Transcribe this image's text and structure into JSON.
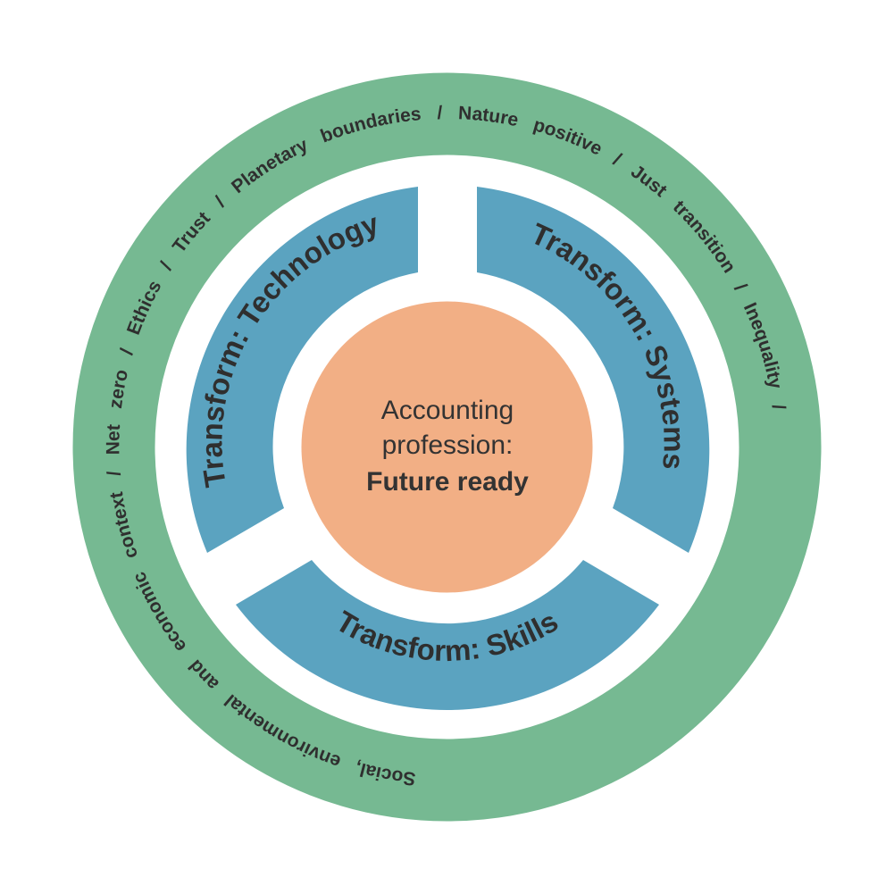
{
  "outer_ring": {
    "text": "Social,   environmental   and   economic   context   /   Net   zero   /   Ethics   /   Trust   /   Planetary   boundaries   /   Nature   positive   /   Just   transition   /   Inequality   /"
  },
  "segments": [
    {
      "id": "technology",
      "label": "Transform: Technology"
    },
    {
      "id": "systems",
      "label": "Transform: Systems"
    },
    {
      "id": "skills",
      "label": "Transform: Skills"
    }
  ],
  "center": {
    "line1": "Accounting",
    "line2": "profession:",
    "line3": "Future ready"
  },
  "colors": {
    "outer_ring": "#76b992",
    "segments": "#5ba3c0",
    "center": "#f2af85",
    "text": "#2f2f2f"
  }
}
